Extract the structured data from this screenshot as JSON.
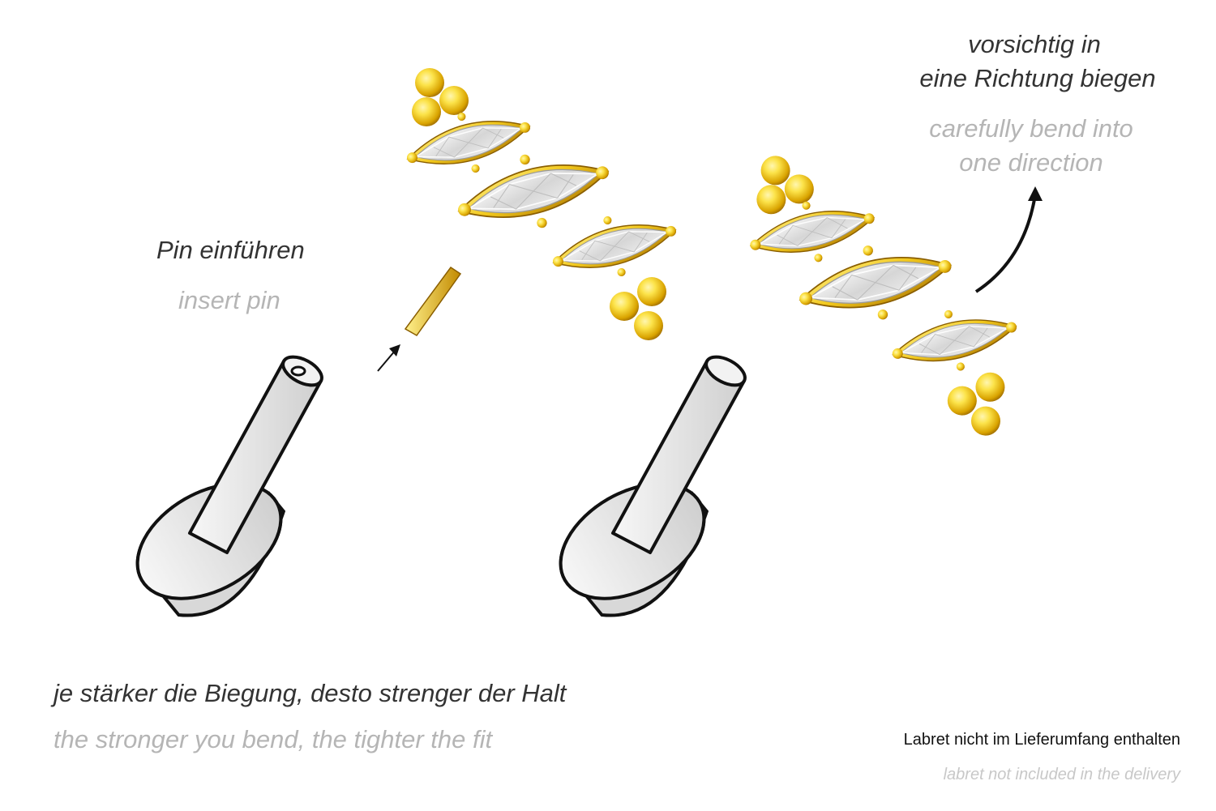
{
  "labels": {
    "insert_de": "Pin einführen",
    "insert_en": "insert pin",
    "bend_de_line1": "vorsichtig in",
    "bend_de_line2": "eine Richtung biegen",
    "bend_en_line1": "carefully bend into",
    "bend_en_line2": "one direction",
    "fit_de": "je stärker die Biegung, desto strenger der Halt",
    "fit_en": "the stronger you bend, the tighter the fit",
    "labret_de": "Labret nicht im Lieferumfang enthalten",
    "labret_en": "labret not included in the delivery"
  },
  "colors": {
    "gold_light": "#fce34a",
    "gold_mid": "#e9b80c",
    "gold_dark": "#9c6a00",
    "crystal": "#dcdcdc",
    "outline": "#111111",
    "steel": "#e6e6e6",
    "steel_shade": "#c9c9c9"
  },
  "icons": {
    "arrow": "curved-arrow-icon",
    "insert_arrow": "small-arrow-icon"
  }
}
